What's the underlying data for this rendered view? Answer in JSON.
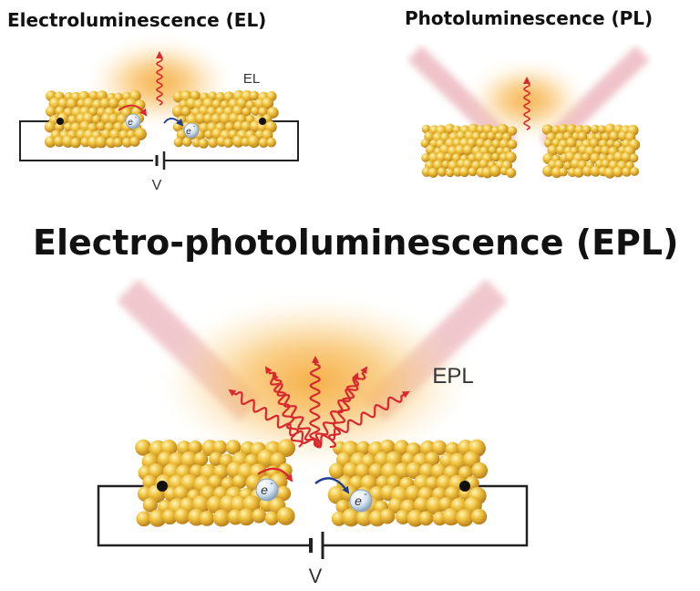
{
  "titles": {
    "el": "Electroluminescence (EL)",
    "pl": "Photoluminescence (PL)",
    "epl": "Electro-photoluminescence (EPL)"
  },
  "labels": {
    "el_tag": "EL",
    "epl_tag": "EPL",
    "el_voltage": "V",
    "epl_voltage": "V",
    "electron_base": "e",
    "electron_sup": "-"
  },
  "colors": {
    "glow": "#f6b64a",
    "nanoparticle": "#e2a82c",
    "nanoparticle_highlight": "#fbe38a",
    "photon": "#d8292f",
    "electron_hop_red": "#d8292f",
    "electron_hop_blue": "#1f3d8c",
    "laser_beam": "#e6a3ac",
    "circuit": "#222222"
  }
}
